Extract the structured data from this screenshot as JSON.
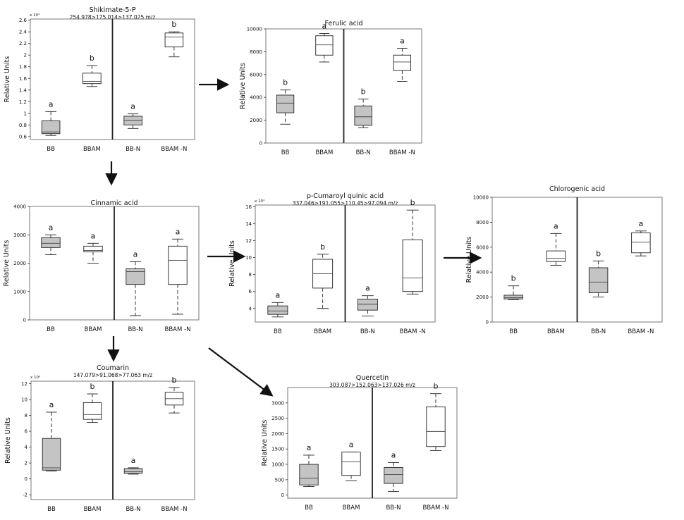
{
  "colors": {
    "filled_box": "#c4c4c4",
    "open_box": "#ffffff",
    "line": "#222222"
  },
  "chart_data": [
    {
      "type": "box",
      "title": "Shikimate-5-P",
      "subtitle": "254.978>175.014>137.025 m/z",
      "exponent_label": "x 10⁴",
      "ylabel": "Relative Units",
      "ylim": [
        0.55,
        2.62
      ],
      "yticks": [
        0.6,
        0.8,
        1,
        1.2,
        1.4,
        1.6,
        1.8,
        2,
        2.2,
        2.4,
        2.6
      ],
      "categories": [
        "BB",
        "BBAM",
        "BB-N",
        "BBAM -N"
      ],
      "boxes": [
        {
          "min": 0.62,
          "q1": 0.65,
          "median": 0.68,
          "q3": 0.87,
          "max": 1.03,
          "label": "a",
          "filled": true
        },
        {
          "min": 1.46,
          "q1": 1.51,
          "median": 1.55,
          "q3": 1.69,
          "max": 1.82,
          "label": "b",
          "filled": false
        },
        {
          "min": 0.74,
          "q1": 0.8,
          "median": 0.88,
          "q3": 0.95,
          "max": 0.99,
          "label": "a",
          "filled": true
        },
        {
          "min": 1.97,
          "q1": 2.14,
          "median": 2.31,
          "q3": 2.38,
          "max": 2.4,
          "label": "b",
          "filled": false
        }
      ]
    },
    {
      "type": "box",
      "title": "Ferulic acid",
      "subtitle": "",
      "exponent_label": "",
      "ylabel": "Relative Units",
      "ylim": [
        0,
        10000
      ],
      "yticks": [
        0,
        2000,
        4000,
        6000,
        8000,
        10000
      ],
      "categories": [
        "BB",
        "BBAM",
        "BB-N",
        "BBAM -N"
      ],
      "boxes": [
        {
          "min": 1650,
          "q1": 2650,
          "median": 3500,
          "q3": 4200,
          "max": 4650,
          "label": "b",
          "filled": true
        },
        {
          "min": 7100,
          "q1": 7700,
          "median": 8600,
          "q3": 9400,
          "max": 9600,
          "label": "a",
          "filled": false
        },
        {
          "min": 1350,
          "q1": 1550,
          "median": 2300,
          "q3": 3250,
          "max": 3850,
          "label": "b",
          "filled": true
        },
        {
          "min": 5400,
          "q1": 6350,
          "median": 7100,
          "q3": 7700,
          "max": 8300,
          "label": "a",
          "filled": false
        }
      ]
    },
    {
      "type": "box",
      "title": "Cinnamic acid",
      "subtitle": "",
      "exponent_label": "",
      "ylabel": "Relative Units",
      "ylim": [
        0,
        4000
      ],
      "yticks": [
        0,
        1000,
        2000,
        3000,
        4000
      ],
      "categories": [
        "BB",
        "BBAM",
        "BB-N",
        "BBAM -N"
      ],
      "boxes": [
        {
          "min": 2300,
          "q1": 2550,
          "median": 2700,
          "q3": 2900,
          "max": 3000,
          "label": "a",
          "filled": true
        },
        {
          "min": 2000,
          "q1": 2400,
          "median": 2450,
          "q3": 2600,
          "max": 2700,
          "label": "a",
          "filled": false
        },
        {
          "min": 150,
          "q1": 1250,
          "median": 1700,
          "q3": 1800,
          "max": 2050,
          "label": "a",
          "filled": true
        },
        {
          "min": 200,
          "q1": 1250,
          "median": 2100,
          "q3": 2600,
          "max": 2850,
          "label": "a",
          "filled": false
        }
      ]
    },
    {
      "type": "box",
      "title": "p-Cumaroyl quinic acid",
      "subtitle": "337.046>191.055>110.45>97.094 m/z",
      "exponent_label": "x 10⁴",
      "ylabel": "Relative Units",
      "ylim": [
        2.4,
        16.2
      ],
      "yticks": [
        4,
        6,
        8,
        10,
        12,
        14,
        16
      ],
      "categories": [
        "BB",
        "BBAM",
        "BB-N",
        "BBAM -N"
      ],
      "boxes": [
        {
          "min": 3.0,
          "q1": 3.3,
          "median": 3.7,
          "q3": 4.3,
          "max": 4.7,
          "label": "a",
          "filled": true
        },
        {
          "min": 4.0,
          "q1": 6.4,
          "median": 8.1,
          "q3": 9.8,
          "max": 10.4,
          "label": "b",
          "filled": false
        },
        {
          "min": 3.1,
          "q1": 3.8,
          "median": 4.5,
          "q3": 5.1,
          "max": 5.5,
          "label": "a",
          "filled": true
        },
        {
          "min": 5.7,
          "q1": 6.0,
          "median": 7.6,
          "q3": 12.1,
          "max": 15.6,
          "label": "b",
          "filled": false
        }
      ]
    },
    {
      "type": "box",
      "title": "Chlorogenic acid",
      "subtitle": "",
      "exponent_label": "",
      "ylabel": "Relative Units",
      "ylim": [
        0,
        10000
      ],
      "yticks": [
        0,
        2000,
        4000,
        6000,
        8000,
        10000
      ],
      "categories": [
        "BB",
        "BBAM",
        "BB-N",
        "BBAM -N"
      ],
      "boxes": [
        {
          "min": 1800,
          "q1": 1850,
          "median": 1950,
          "q3": 2150,
          "max": 2900,
          "label": "b",
          "filled": true
        },
        {
          "min": 4550,
          "q1": 4850,
          "median": 5100,
          "q3": 5700,
          "max": 7100,
          "label": "a",
          "filled": false
        },
        {
          "min": 2000,
          "q1": 2350,
          "median": 3200,
          "q3": 4350,
          "max": 4900,
          "label": "b",
          "filled": true
        },
        {
          "min": 5300,
          "q1": 5550,
          "median": 6400,
          "q3": 7150,
          "max": 7300,
          "label": "a",
          "filled": false
        }
      ]
    },
    {
      "type": "box",
      "title": "Coumarin",
      "subtitle": "147.079>91.068>77.063 m/z",
      "exponent_label": "x 10⁴",
      "ylabel": "Relative Units",
      "ylim": [
        -2.6,
        12.3
      ],
      "yticks": [
        -2,
        0,
        2,
        4,
        6,
        8,
        10,
        12
      ],
      "categories": [
        "BB",
        "BBAM",
        "BB-N",
        "BBAM -N"
      ],
      "boxes": [
        {
          "min": 1.0,
          "q1": 1.1,
          "median": 1.4,
          "q3": 5.1,
          "max": 8.4,
          "label": "a",
          "filled": true
        },
        {
          "min": 7.1,
          "q1": 7.5,
          "median": 8.1,
          "q3": 9.6,
          "max": 10.7,
          "label": "b",
          "filled": false
        },
        {
          "min": 0.6,
          "q1": 0.7,
          "median": 0.9,
          "q3": 1.3,
          "max": 1.4,
          "label": "a",
          "filled": true
        },
        {
          "min": 8.3,
          "q1": 9.3,
          "median": 10.1,
          "q3": 10.9,
          "max": 11.5,
          "label": "b",
          "filled": false
        }
      ]
    },
    {
      "type": "box",
      "title": "Quercetin",
      "subtitle": "303.087>152.063>137.026 m/z",
      "exponent_label": "",
      "ylabel": "Relative Units",
      "ylim": [
        -100,
        3500
      ],
      "yticks": [
        0,
        500,
        1000,
        1500,
        2000,
        2500,
        3000
      ],
      "categories": [
        "BB",
        "BBAM",
        "BB-N",
        "BBAM -N"
      ],
      "boxes": [
        {
          "min": 280,
          "q1": 330,
          "median": 550,
          "q3": 1000,
          "max": 1300,
          "label": "a",
          "filled": true
        },
        {
          "min": 470,
          "q1": 640,
          "median": 1080,
          "q3": 1400,
          "max": 1400,
          "label": "a",
          "filled": false
        },
        {
          "min": 120,
          "q1": 380,
          "median": 670,
          "q3": 900,
          "max": 1060,
          "label": "a",
          "filled": true
        },
        {
          "min": 1450,
          "q1": 1580,
          "median": 2070,
          "q3": 2870,
          "max": 3300,
          "label": "b",
          "filled": false
        }
      ]
    }
  ]
}
